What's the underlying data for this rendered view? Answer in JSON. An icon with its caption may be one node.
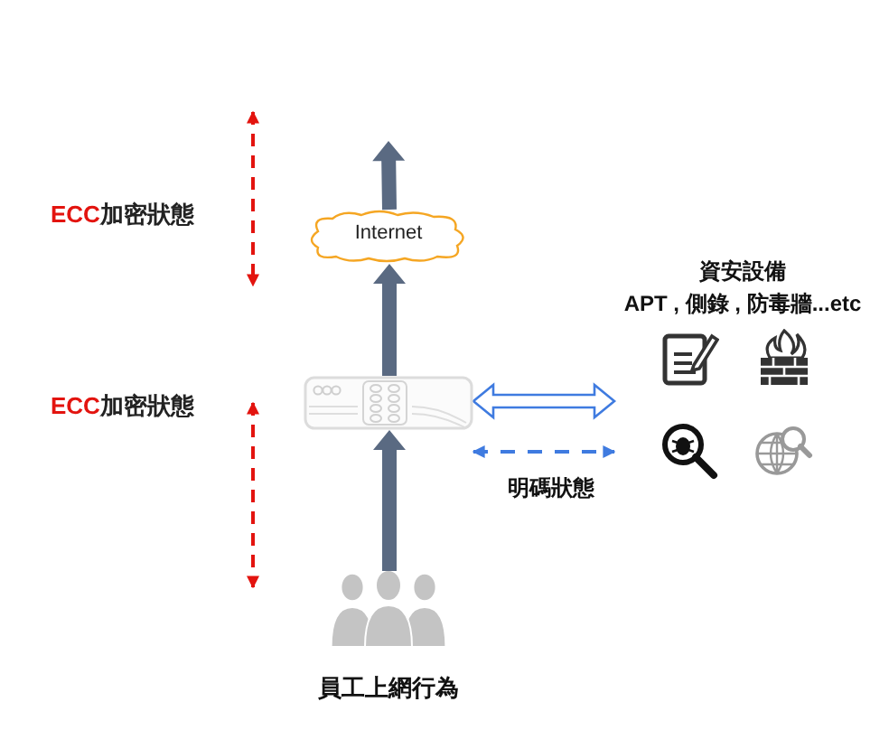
{
  "diagram": {
    "nodes": [
      {
        "text": [
          "Internet"
        ]
      },
      {
        "text": [],
        "shape": "box"
      },
      {
        "text": [],
        "shape": "person",
        "beside": [
          "員工上網行為"
        ]
      },
      {
        "text": [
          "資安設備",
          "APT , 側錄 , 防毒牆...etc"
        ]
      }
    ],
    "edges": [
      {
        "from": 2,
        "to": 1,
        "arrow": "to",
        "style": "thick"
      },
      {
        "from": 1,
        "to": 0,
        "arrow": "to",
        "style": "thick"
      },
      {
        "from": 0,
        "to": null,
        "arrow": "to",
        "style": "thick"
      },
      {
        "from": 1,
        "to": 3,
        "arrow": "both",
        "color": "#3f7be0"
      },
      {
        "from": 1,
        "to": 3,
        "arrow": "both",
        "style": "dashed",
        "color": "#3f7be0",
        "label": "明碼狀態"
      }
    ],
    "labels": [
      "**ECC**加密狀態",
      "**ECC**加密狀態"
    ]
  }
}
